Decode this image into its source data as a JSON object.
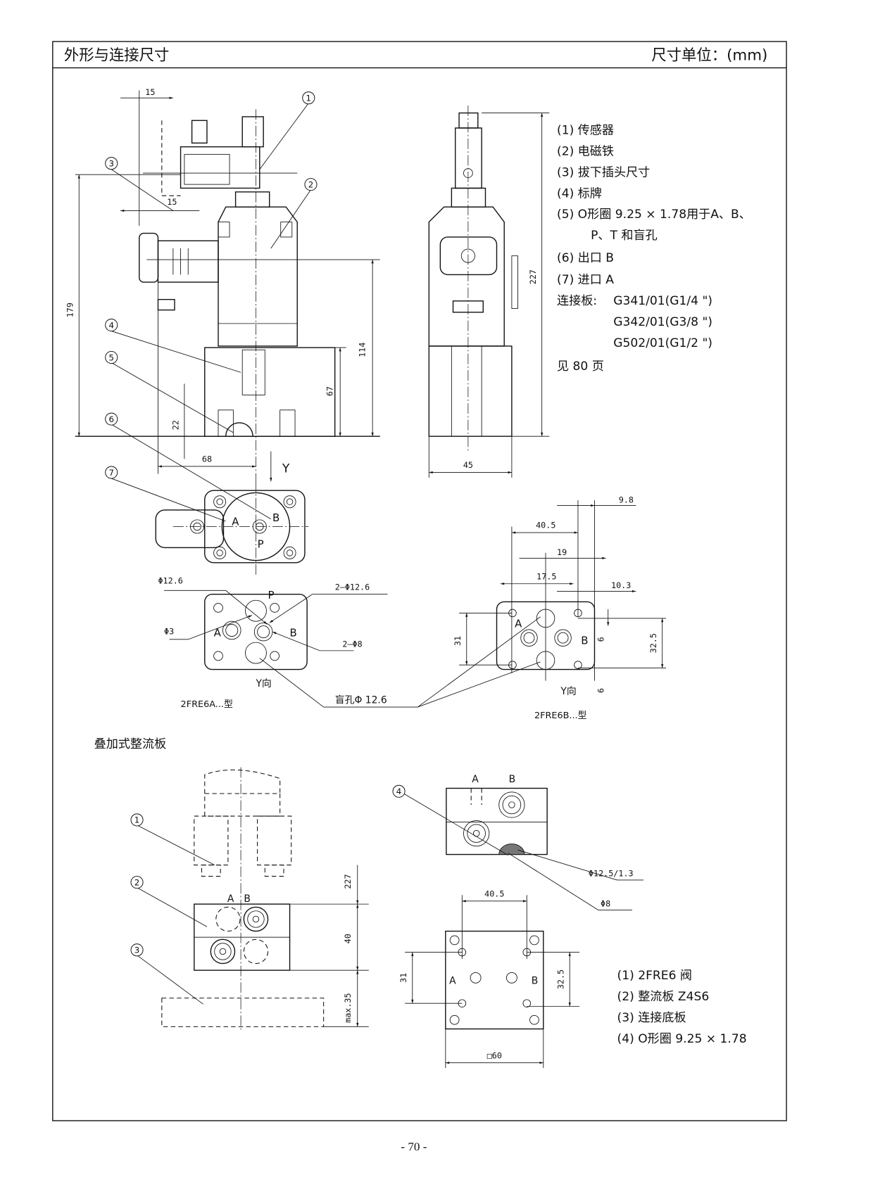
{
  "header": {
    "title": "外形与连接尺寸",
    "unit": "尺寸单位：(mm)"
  },
  "side_view": {
    "dims": {
      "d15_top": "15",
      "d15_mid": "15",
      "d179": "179",
      "d114": "114",
      "d67": "67",
      "d22": "22",
      "d68": "68"
    },
    "callouts": [
      "1",
      "2",
      "3",
      "4",
      "5",
      "6",
      "7"
    ]
  },
  "front_view": {
    "dims": {
      "d227": "227",
      "d45": "45"
    }
  },
  "legend_top": {
    "items": [
      "(1) 传感器",
      "(2) 电磁铁",
      "(3) 拔下插头尺寸",
      "(4) 标牌",
      "(5) O形圈 9.25 × 1.78用于A、B、",
      "P、T 和盲孔",
      "(6) 出口 B",
      "(7) 进口 A"
    ],
    "plates_label": "连接板:",
    "plates": [
      "G341/01(G1/4 \")",
      "G342/01(G3/8 \")",
      "G502/01(G1/2 \")"
    ],
    "see_page": "见 80 页"
  },
  "bottom_view": {
    "labels": {
      "y": "Y",
      "a": "A",
      "b": "B",
      "p": "P"
    }
  },
  "type_a": {
    "labels": {
      "phi12_6": "Φ12.6",
      "phi3": "Φ3",
      "two_phi12_6": "2—Φ12.6",
      "two_phi8": "2—Φ8",
      "p": "P",
      "a": "A",
      "b": "B",
      "y_dir": "Y向"
    },
    "caption": "2FRE6A...型"
  },
  "blind_hole": "盲孔Φ 12.6",
  "type_b": {
    "dims": {
      "d9_8": "9.8",
      "d40_5": "40.5",
      "d19": "19",
      "d17_5": "17.5",
      "d10_3": "10.3",
      "d31": "31",
      "d32_5": "32.5",
      "d6a": "6",
      "d6b": "6"
    },
    "labels": {
      "a": "A",
      "b": "B",
      "y_dir": "Y向"
    },
    "caption": "2FRE6B...型"
  },
  "section2_title": "叠加式整流板",
  "stack_view": {
    "dims": {
      "d227": "227",
      "d40": "40",
      "max35": "max.35"
    },
    "labels": {
      "a": "A",
      "b": "B"
    },
    "callouts": [
      "1",
      "2",
      "3"
    ]
  },
  "plate_view": {
    "labels": {
      "a": "A",
      "b": "B"
    },
    "callout": "4",
    "notes": {
      "oring": "Φ12.5/1.3",
      "phi8": "Φ8"
    },
    "dims": {
      "d40_5": "40.5",
      "d31": "31",
      "d32_5": "32.5",
      "d60": "□60"
    },
    "plan_labels": {
      "a": "A",
      "b": "B"
    }
  },
  "legend_bottom": {
    "items": [
      "(1) 2FRE6 阀",
      "(2) 整流板 Z4S6",
      "(3) 连接底板",
      "(4) O形圈 9.25 × 1.78"
    ]
  },
  "page_number": "- 70 -"
}
